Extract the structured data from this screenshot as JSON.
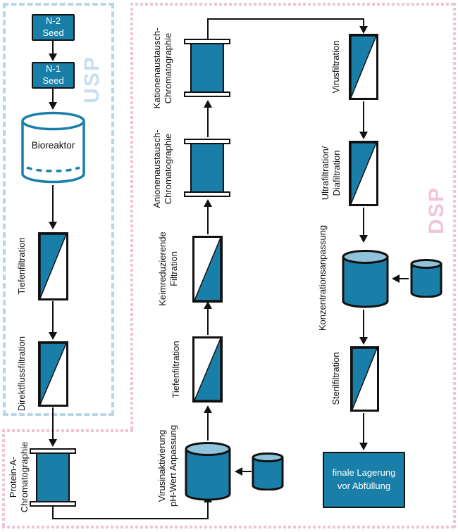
{
  "regions": {
    "usp_label": "USP",
    "dsp_label": "DSP"
  },
  "nodes": {
    "n2_seed": {
      "lines": [
        "N-2",
        "Seed"
      ]
    },
    "n1_seed": {
      "lines": [
        "N-1",
        "Seed"
      ]
    },
    "bioreactor": {
      "label": "Bioreaktor"
    },
    "tiefenfiltration_usp": {
      "label": "Tiefenfiltration"
    },
    "direktflussfiltration": {
      "label": "Direktflussfiltration"
    },
    "protein_a_chromatographie": {
      "lines": [
        "Protein-A-",
        "Chromatographie"
      ]
    },
    "virusinaktivierung": {
      "lines": [
        "Virusinaktivierung",
        "pH-Wert Anpassung"
      ]
    },
    "tiefenfiltration_dsp": {
      "label": "Tiefenfiltration"
    },
    "keimreduzierende_filtration": {
      "lines": [
        "Keimreduzierende",
        "Filtration"
      ]
    },
    "anionenaustausch_chromatographie": {
      "lines": [
        "Anionenaustausch-",
        "Chromatographie"
      ]
    },
    "kationenaustausch_chromatographie": {
      "lines": [
        "Kationenaustausch-",
        "Chromatographie"
      ]
    },
    "virusfiltration": {
      "label": "Virusfiltration"
    },
    "ultrafiltration_diafiltration": {
      "lines": [
        "Ultrafiltration/",
        "Diafiltration"
      ]
    },
    "konzentrationsanpassung": {
      "label": "Konzentrationsanpassung"
    },
    "sterilfiltration": {
      "label": "Sterilfiltration"
    },
    "finale_lagerung": {
      "lines": [
        "finale Lagerung",
        "vor Abfüllung"
      ]
    }
  },
  "colors": {
    "process_teal": "#1A7FA8",
    "tank_top_blue": "#8FC3DB",
    "usp_accent": "#C7DEEF",
    "dsp_accent": "#F0C3D9",
    "line_black": "#111111"
  }
}
